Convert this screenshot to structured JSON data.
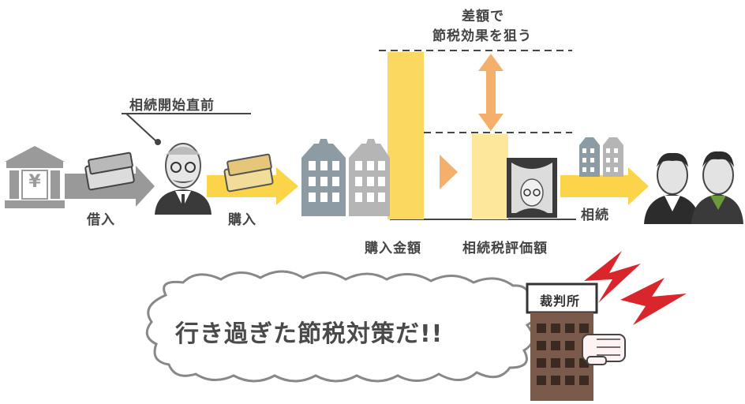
{
  "labels": {
    "difference_line1": "差額で",
    "difference_line2": "節税効果を狙う",
    "before_inheritance": "相続開始直前",
    "borrow": "借入",
    "purchase": "購入",
    "purchase_amount": "購入金額",
    "inheritance_tax_value": "相続税評価額",
    "inheritance": "相続",
    "court": "裁判所",
    "bank_symbol": "¥",
    "speech": "行き過ぎた節税対策だ!!"
  },
  "comparison": {
    "purchase_amount_level": 1.0,
    "tax_valuation_level": 0.52
  },
  "colors": {
    "arrow_gray": "#999999",
    "arrow_yellow": "#fbd44a",
    "bar_purchase": "#fbd860",
    "bar_valuation": "#fde79a",
    "difference_arrow": "#f4b06a",
    "lightning": "#d9262c",
    "court_building": "#7a5a4a"
  },
  "icons": [
    "bank-icon",
    "money-stack-icon",
    "old-man-icon",
    "house-icon",
    "portrait-icon",
    "two-men-icon",
    "lightning-icon",
    "court-building-icon",
    "pointing-hand-icon",
    "speech-bubble-icon"
  ]
}
